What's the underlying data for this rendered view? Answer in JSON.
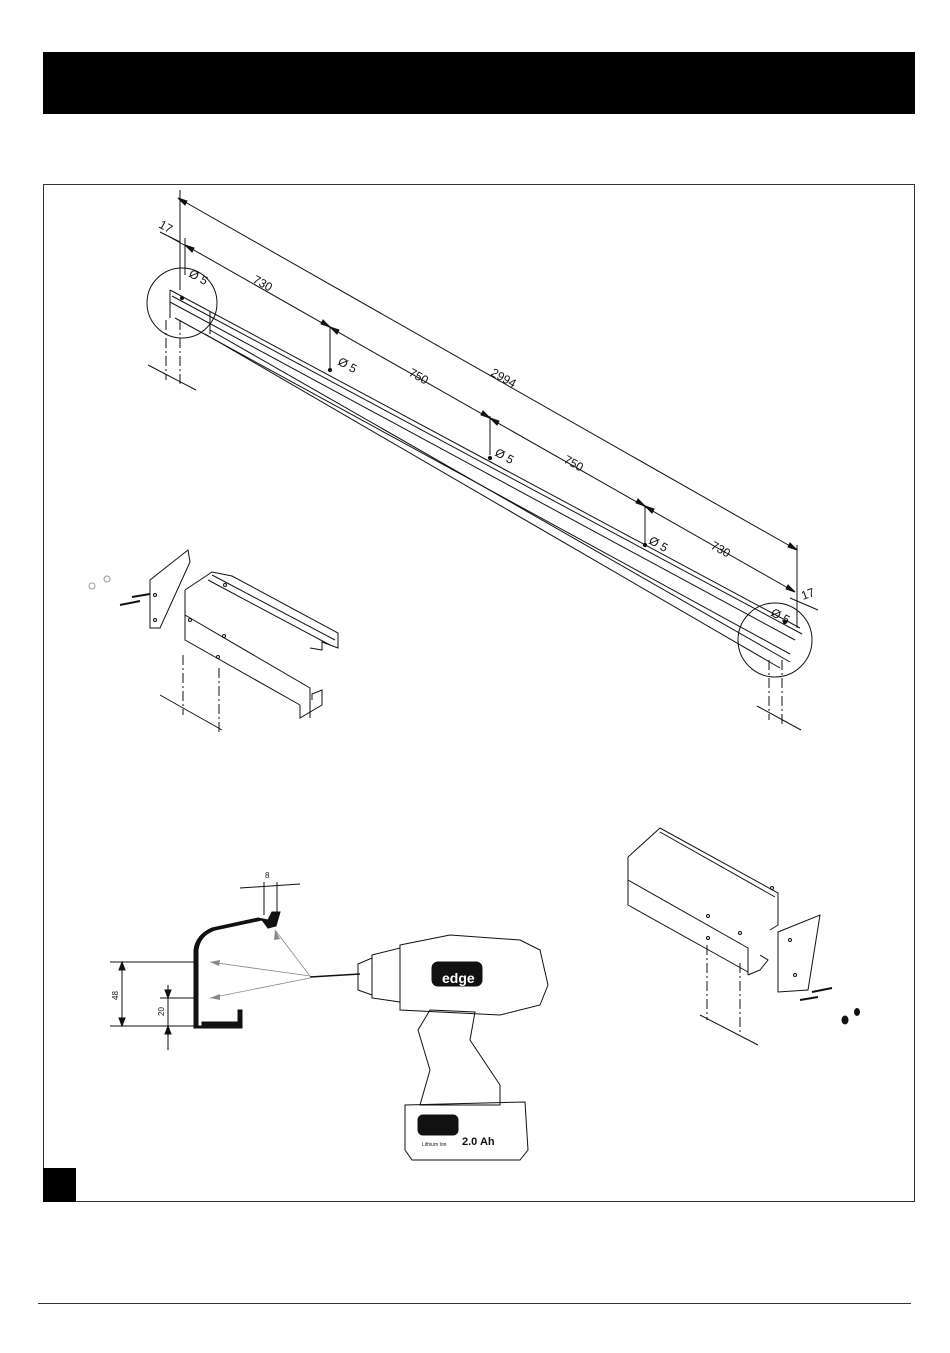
{
  "drawing": {
    "overall_length": "2994",
    "end_offset_left": "17",
    "end_offset_right": "17",
    "hole_spacing": [
      "730",
      "750",
      "750",
      "730"
    ],
    "hole_diameter": "Ø 5",
    "profile": {
      "height": "48",
      "hole_height": "20",
      "top_offset": "8"
    },
    "drill": {
      "brand": "edge",
      "battery_capacity": "2.0 Ah",
      "battery_type": "Lithium Ion"
    }
  },
  "colors": {
    "ink": "#111111",
    "header": "#000000"
  }
}
